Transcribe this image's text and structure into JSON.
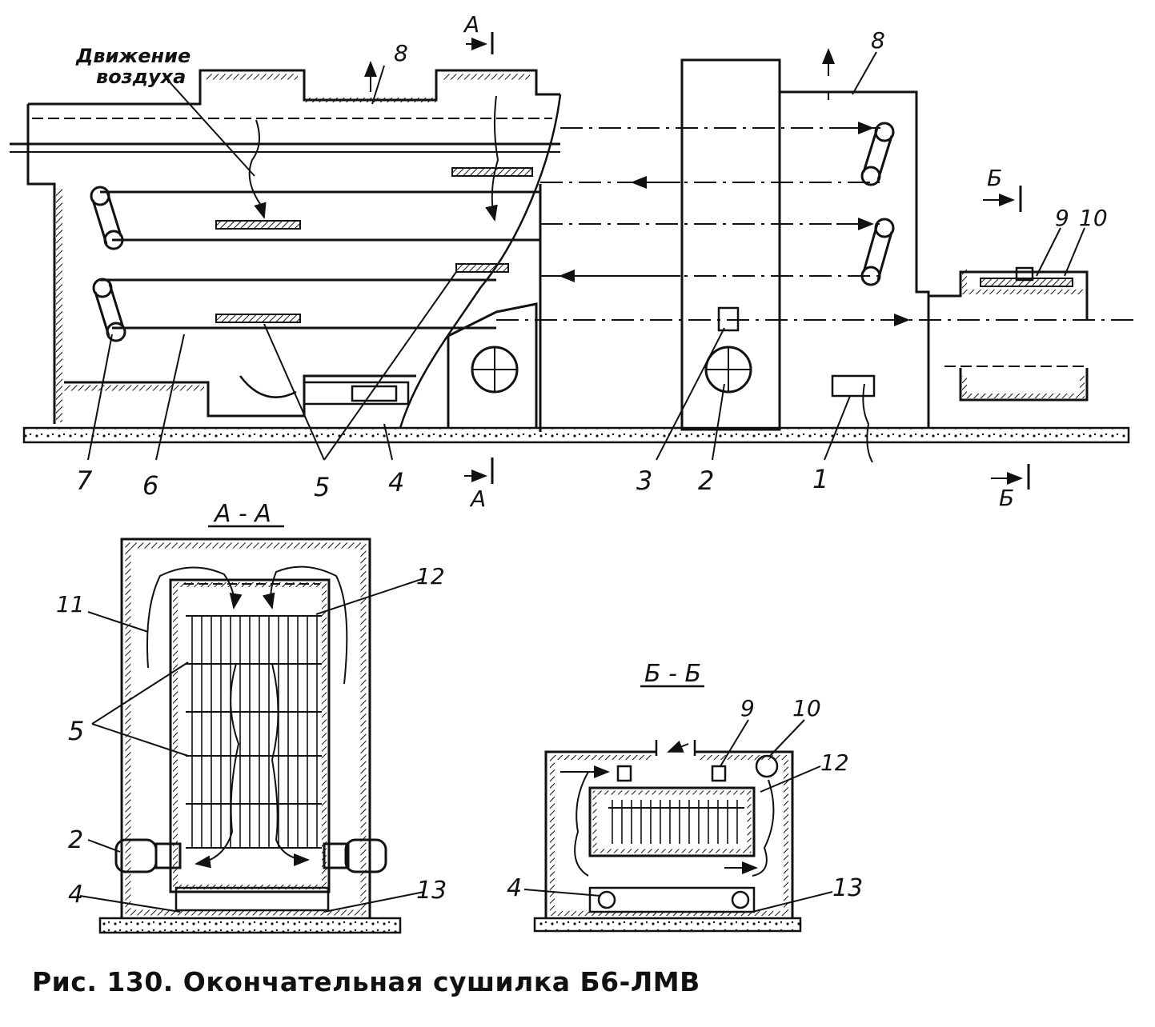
{
  "caption": "Рис. 130. Окончательная сушилка Б6-ЛМВ",
  "annotations": {
    "air_movement_line1": "Движение",
    "air_movement_line2": "воздуха"
  },
  "section_marks": {
    "section_a": "А",
    "section_b": "Б",
    "section_aa_title": "А - А",
    "section_bb_title": "Б - Б"
  },
  "callouts": {
    "n1": "1",
    "n2": "2",
    "n3": "3",
    "n4": "4",
    "n5": "5",
    "n6": "6",
    "n7": "7",
    "n8": "8",
    "n9": "9",
    "n10": "10",
    "n11": "11",
    "n12": "12",
    "n13": "13"
  }
}
